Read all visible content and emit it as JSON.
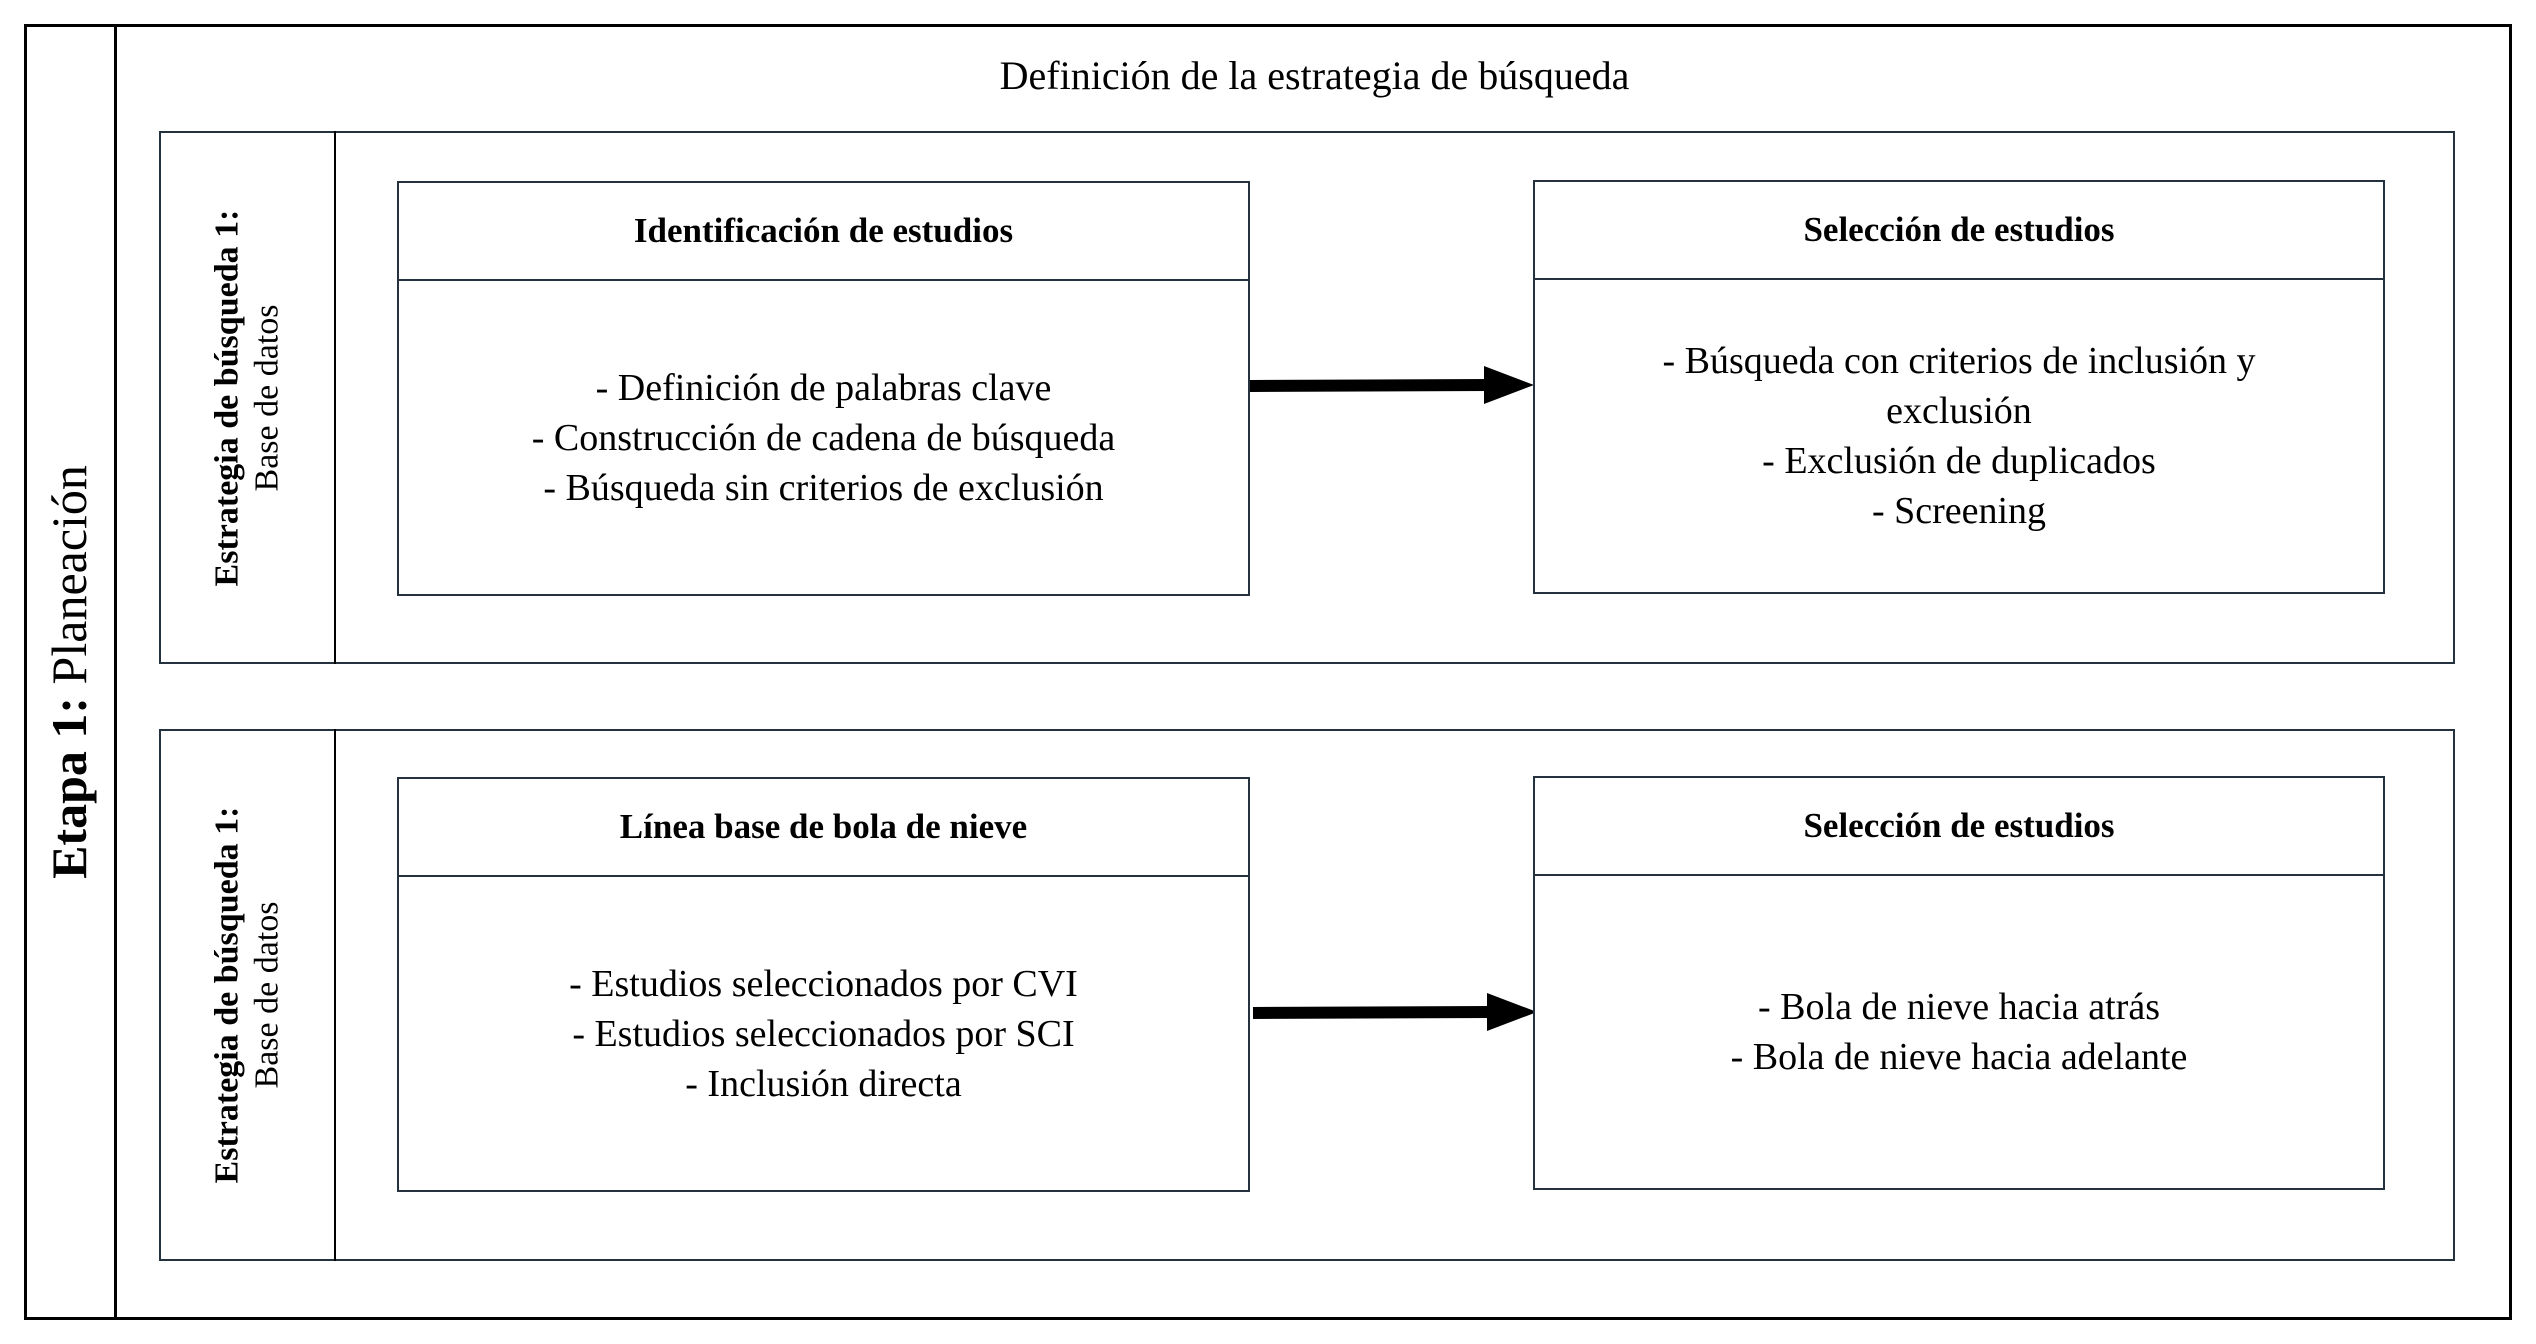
{
  "stage_label": {
    "bold": "Etapa 1:",
    "normal": "Planeación"
  },
  "main_title": "Definición de la estrategia de búsqueda",
  "panels": [
    {
      "side_label": {
        "line1": "Estrategia de búsqueda 1:",
        "line2": "Base de datos"
      },
      "left_box": {
        "header": "Identificación de estudios",
        "items": [
          "- Definición de palabras clave",
          "- Construcción de cadena de búsqueda",
          "- Búsqueda sin criterios de exclusión"
        ]
      },
      "right_box": {
        "header": "Selección de estudios",
        "items": [
          "- Búsqueda con criterios de inclusión y",
          "exclusión",
          "- Exclusión de duplicados",
          "- Screening"
        ]
      }
    },
    {
      "side_label": {
        "line1": "Estrategia de búsqueda 1:",
        "line2": "Base de datos"
      },
      "left_box": {
        "header": "Línea base de bola de nieve",
        "items": [
          "- Estudios seleccionados por CVI",
          "- Estudios seleccionados por SCI",
          "- Inclusión directa"
        ]
      },
      "right_box": {
        "header": "Selección de estudios",
        "items": [
          "- Bola de nieve hacia atrás",
          "- Bola de nieve hacia adelante"
        ]
      }
    }
  ]
}
